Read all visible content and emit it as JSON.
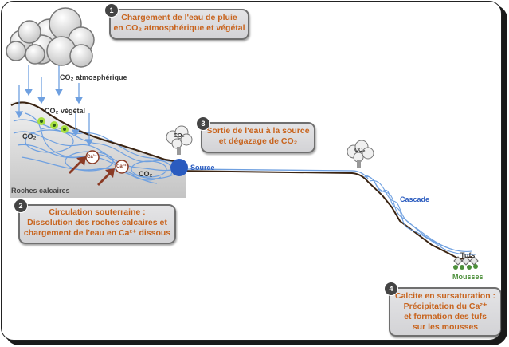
{
  "callouts": [
    {
      "number": "1",
      "lines": [
        "Chargement de l'eau de pluie",
        "en CO₂ atmosphérique et végétal"
      ]
    },
    {
      "number": "2",
      "lines": [
        "Circulation souterraine :",
        "Dissolution des roches calcaires et",
        "chargement de l'eau en Ca²⁺ dissous"
      ]
    },
    {
      "number": "3",
      "lines": [
        "Sortie de l'eau à la source",
        "et dégazage de CO₂"
      ]
    },
    {
      "number": "4",
      "lines": [
        "Calcite en sursaturation :",
        "Précipitation du Ca²⁺",
        "et formation des tufs",
        "sur les mousses"
      ]
    }
  ],
  "labels": {
    "co2_atmospheric": "CO₂ atmosphérique",
    "co2_vegetal": "CO₂ végétal",
    "co2_underground_left": "CO₂",
    "co2_underground_right": "CO₂",
    "co2_cloud_source": "CO₂",
    "co2_cloud_cascade": "CO₂",
    "ca_ion_1": "Ca²⁺",
    "ca_ion_2": "Ca²⁺",
    "rocks": "Roches calcaires",
    "source": "Source",
    "cascade": "Cascade",
    "tufs": "Tufs",
    "mousses": "Mousses"
  },
  "colors": {
    "callout_text": "#c8641e",
    "water": "#6fa0e0",
    "source_dot": "#2a5bbf",
    "ground": "#3b2412",
    "rock": "#cfcfcf",
    "arrow_brown": "#8a3a24",
    "moss": "#4c8f3a",
    "plant": "#a8e040"
  }
}
